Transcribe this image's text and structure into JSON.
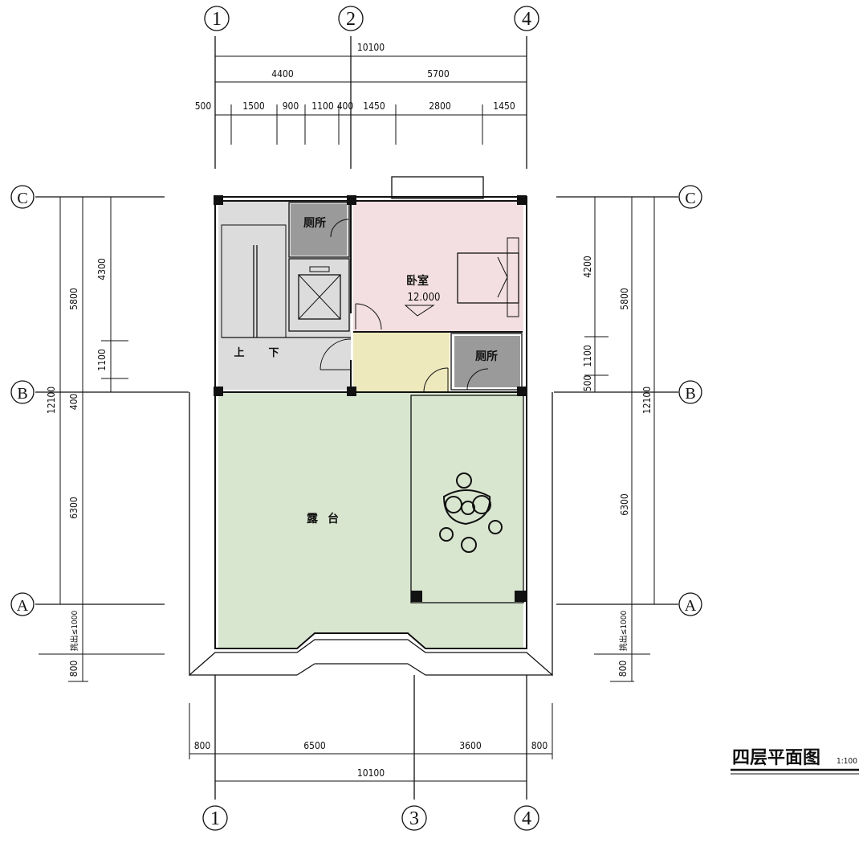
{
  "axes": {
    "top": [
      "1",
      "2",
      "4"
    ],
    "bottom": [
      "1",
      "3",
      "4"
    ],
    "left": [
      "C",
      "B",
      "A"
    ],
    "right": [
      "C",
      "B",
      "A"
    ]
  },
  "dims_top": {
    "total": "10100",
    "sub": [
      "4400",
      "5700"
    ],
    "detail": [
      "500",
      "1500",
      "900",
      "1100",
      "400",
      "1450",
      "2800",
      "1450"
    ]
  },
  "dims_left": {
    "outer": [
      "12100"
    ],
    "mid": [
      "5800",
      "400",
      "6300"
    ],
    "inner": [
      "4300",
      "1100"
    ],
    "bottom": [
      "挑出≤1000",
      "800"
    ]
  },
  "dims_right": {
    "outer": [
      "12100"
    ],
    "mid": [
      "5800",
      "6300"
    ],
    "inner": [
      "4200",
      "1100",
      "500"
    ],
    "bottom": [
      "挑出≤1000",
      "800"
    ]
  },
  "dims_bottom": {
    "segments": [
      "800",
      "6500",
      "3600",
      "800"
    ],
    "total": "10100"
  },
  "rooms": {
    "bedroom": "卧室",
    "bedroom_level": "12.000",
    "toilet1": "厕所",
    "toilet2": "厕所",
    "terrace": "露台",
    "stair_up": "上",
    "stair_down": "下"
  },
  "title": {
    "text": "四层平面图",
    "scale": "1:100"
  },
  "colors": {
    "bedroom": "#f3dfe1",
    "terrace": "#d9e6cf",
    "corridor": "#eee9bd",
    "stair": "#dcdcdc",
    "toilet": "#9a9a9a"
  }
}
